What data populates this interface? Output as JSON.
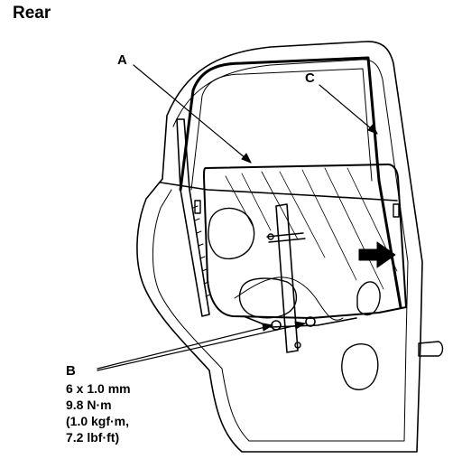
{
  "header": {
    "title": "Rear"
  },
  "callouts": {
    "a": "A",
    "b": "B",
    "c": "C"
  },
  "spec": {
    "line1": "6 x 1.0 mm",
    "line2": "9.8 N·m",
    "line3": "(1.0 kgf·m,",
    "line4": "7.2 lbf·ft)"
  },
  "colors": {
    "ink": "#000000",
    "paper": "#ffffff"
  }
}
